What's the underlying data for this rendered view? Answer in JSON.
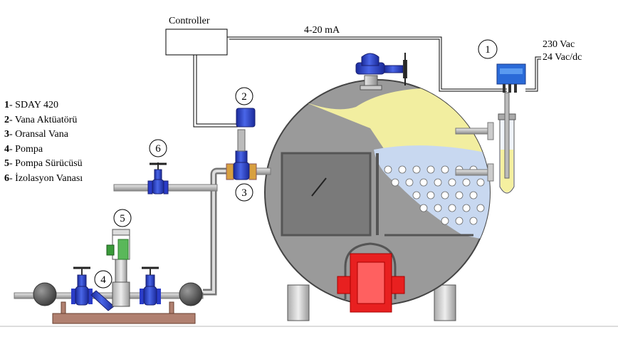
{
  "title": "Kazan Su Seviyesi Kontrol Şeması",
  "labels": {
    "controller": "Controller",
    "signal": "4-20 mA",
    "power_1": "230 Vac",
    "power_2": "24 Vac/dc"
  },
  "legend": [
    {
      "num": "1",
      "text": "- SDAY 420"
    },
    {
      "num": "2",
      "text": "- Vana Aktüatörü"
    },
    {
      "num": "3",
      "text": "- Oransal Vana"
    },
    {
      "num": "4",
      "text": "- Pompa"
    },
    {
      "num": "5",
      "text": "- Pompa Sürücüsü"
    },
    {
      "num": "6",
      "text": "- İzolasyon Vanası"
    }
  ],
  "markers": [
    "1",
    "2",
    "3",
    "4",
    "5",
    "6"
  ],
  "colors": {
    "valve_blue": "#2a3cc8",
    "boiler_gray": "#8c8c8c",
    "steam_yellow": "#f2eea0",
    "water_blue": "#c8d8f0",
    "burner_red": "#e82020",
    "pump_green": "#3a9a3a"
  }
}
